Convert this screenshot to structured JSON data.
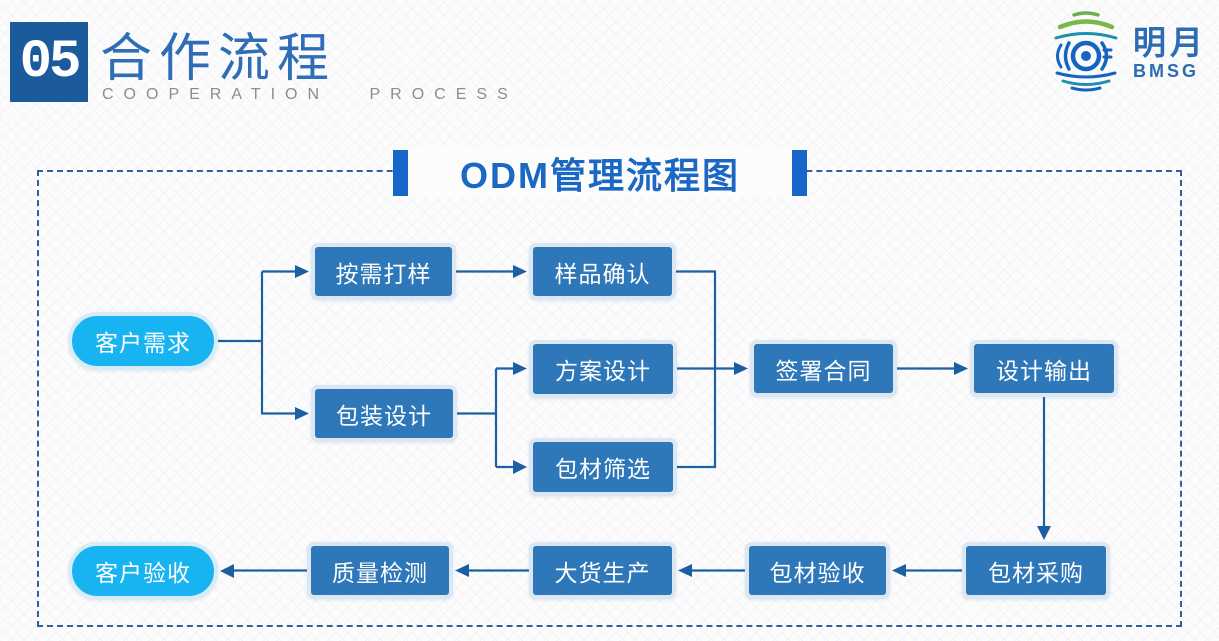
{
  "header": {
    "section_number": "05",
    "title_cn": "合作流程",
    "title_en": "COOPERATION PROCESS"
  },
  "logo": {
    "company_cn": "明月",
    "company_en": "BMSG"
  },
  "diagram": {
    "title": "ODM管理流程图",
    "nodes": {
      "customer_demand": "客户需求",
      "sample_on_demand": "按需打样",
      "sample_confirmation": "样品确认",
      "packaging_design": "包装设计",
      "solution_design": "方案设计",
      "material_screening": "包材筛选",
      "sign_contract": "签署合同",
      "design_output": "设计输出",
      "material_purchasing": "包材采购",
      "material_acceptance": "包材验收",
      "mass_production": "大货生产",
      "quality_inspection": "质量检测",
      "customer_acceptance": "客户验收"
    },
    "edges": [
      {
        "from": "customer_demand",
        "to": "sample_on_demand"
      },
      {
        "from": "customer_demand",
        "to": "packaging_design"
      },
      {
        "from": "sample_on_demand",
        "to": "sample_confirmation"
      },
      {
        "from": "sample_confirmation",
        "to": "sign_contract"
      },
      {
        "from": "packaging_design",
        "to": "solution_design"
      },
      {
        "from": "packaging_design",
        "to": "material_screening"
      },
      {
        "from": "solution_design",
        "to": "sign_contract"
      },
      {
        "from": "material_screening",
        "to": "sign_contract"
      },
      {
        "from": "sign_contract",
        "to": "design_output"
      },
      {
        "from": "design_output",
        "to": "material_purchasing"
      },
      {
        "from": "material_purchasing",
        "to": "material_acceptance"
      },
      {
        "from": "material_acceptance",
        "to": "mass_production"
      },
      {
        "from": "mass_production",
        "to": "quality_inspection"
      },
      {
        "from": "quality_inspection",
        "to": "customer_acceptance"
      }
    ]
  },
  "colors": {
    "box_fill": "#2e77b8",
    "box_border": "#dbe7f3",
    "pill_fill": "#18b4f2",
    "pill_border": "#d8ecf8",
    "connector": "#1d5fa3",
    "accent_bar": "#1766c9",
    "dashed_border": "#31609b",
    "title_text": "#1b67c4",
    "header_square": "#1b5b9c",
    "header_cn": "#2f6db6",
    "header_en": "#8c8c8c",
    "logo_blue": "#2c6cb5"
  }
}
